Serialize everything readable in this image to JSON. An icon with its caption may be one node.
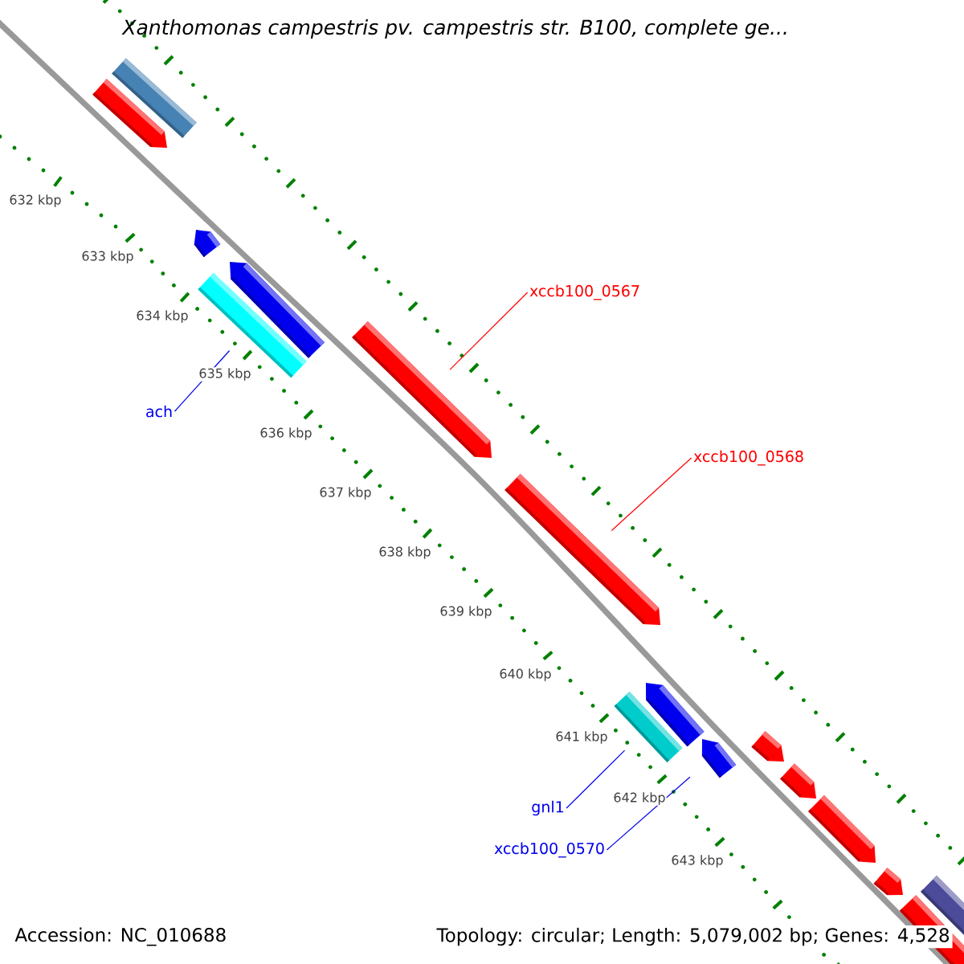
{
  "diagram": {
    "title": "Xanthomonas campestris pv. campestris str. B100, complete ge...",
    "nodes": [
      {
        "text": [],
        "shape": "bar"
      },
      {
        "text": [
          "ach"
        ]
      },
      {
        "text": [
          "xccb100_0567"
        ]
      },
      {
        "text": [],
        "shape": "arrow"
      },
      {
        "text": [
          "xccb100_0568"
        ]
      },
      {
        "text": [],
        "shape": "arrow"
      },
      {
        "text": [],
        "shape": "bar"
      },
      {
        "text": [
          "gnl1"
        ]
      },
      {
        "text": [],
        "shape": "arrow"
      },
      {
        "text": [
          "xccb100_0570"
        ]
      }
    ],
    "edges": [
      {
        "from": 1,
        "to": 0,
        "arrow": "none"
      },
      {
        "from": 2,
        "to": 3,
        "arrow": "none",
        "color": "#ff0000"
      },
      {
        "from": 4,
        "to": 5,
        "arrow": "none",
        "color": "#ff0000"
      },
      {
        "from": 7,
        "to": 6,
        "arrow": "none"
      },
      {
        "from": 9,
        "to": 8,
        "arrow": "none"
      }
    ],
    "labels": [
      "632 kbp",
      "633 kbp",
      "634 kbp",
      "635 kbp",
      "636 kbp",
      "637 kbp",
      "638 kbp",
      "639 kbp",
      "640 kbp",
      "641 kbp",
      "642 kbp",
      "643 kbp",
      "Accession: NC_010688",
      "Topology: circular; Length: 5,079,002 bp; Genes: 4,528"
    ]
  }
}
